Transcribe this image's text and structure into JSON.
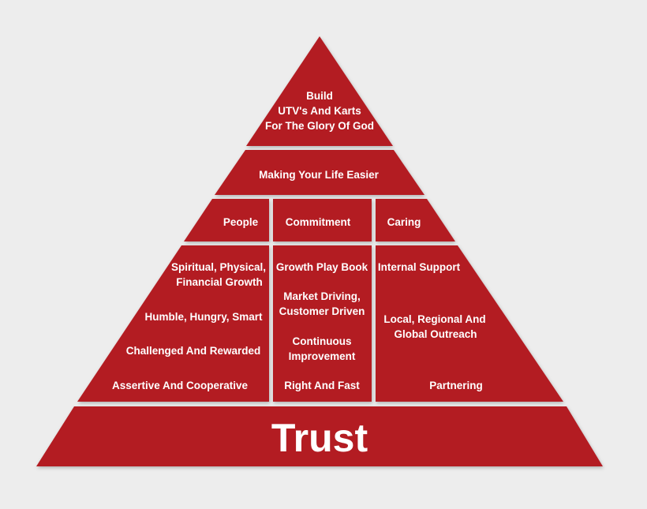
{
  "colors": {
    "fill": "#b31e24",
    "background": "#ededed",
    "text": "#ffffff",
    "separator": "#ffffff"
  },
  "pyramid": {
    "apex": {
      "lines": [
        "Build",
        "UTV's And Karts",
        "For The Glory Of God"
      ]
    },
    "mission": {
      "text": "Making Your Life Easier"
    },
    "pillars": [
      "People",
      "Commitment",
      "Caring"
    ],
    "people_items": [
      [
        "Spiritual, Physical,",
        "Financial Growth"
      ],
      [
        "Humble, Hungry, Smart"
      ],
      [
        "Challenged And Rewarded"
      ],
      [
        "Assertive And Cooperative"
      ]
    ],
    "commitment_items": [
      [
        "Growth Play Book"
      ],
      [
        "Market Driving,",
        "Customer Driven"
      ],
      [
        "Continuous",
        "Improvement"
      ],
      [
        "Right And Fast"
      ]
    ],
    "caring_items": [
      [
        "Internal Support"
      ],
      [
        "Local, Regional And",
        "Global Outreach"
      ],
      [
        "Partnering"
      ]
    ],
    "foundation": {
      "text": "Trust"
    }
  }
}
